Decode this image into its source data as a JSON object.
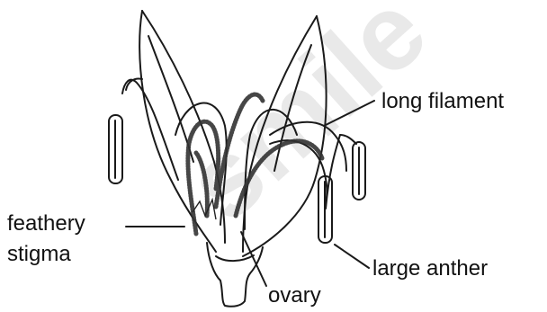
{
  "diagram": {
    "labels": {
      "long_filament": "long filament",
      "feathery": "feathery",
      "stigma": "stigma",
      "large_anther": "large anther",
      "ovary": "ovary"
    },
    "watermark_text": "smile",
    "colors": {
      "line": "#1a1a1a",
      "feather": "#333333",
      "watermark": "#e6e6e6"
    }
  }
}
